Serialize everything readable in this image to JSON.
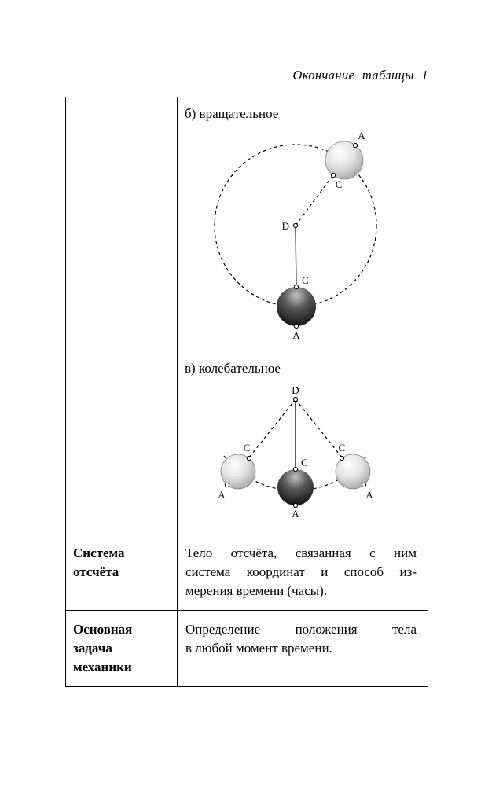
{
  "page_header": "Окончание таблицы 1",
  "diagram_b": {
    "caption": "б) вращательное",
    "labels": {
      "D": "D",
      "A": "A",
      "C": "C"
    }
  },
  "diagram_v": {
    "caption": "в) колебательное",
    "labels": {
      "D": "D",
      "A": "A",
      "C": "C"
    }
  },
  "rows": [
    {
      "term_lines": [
        "Система",
        "отсчёта"
      ],
      "def_lines": [
        "Тело отсчёта, связанная с ним",
        "система координат и способ из-",
        "мерения времени (часы)."
      ]
    },
    {
      "term_lines": [
        "Основная",
        "задача",
        "механики"
      ],
      "def_lines": [
        "Определение положения тела",
        "в любой момент времени."
      ]
    }
  ]
}
